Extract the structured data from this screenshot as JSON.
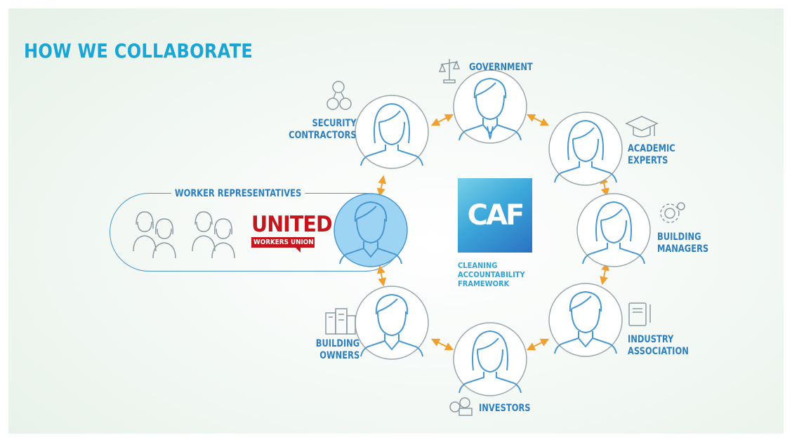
{
  "title": "HOW WE COLLABORATE",
  "stakeholders": {
    "government": "GOVERNMENT",
    "security_line1": "SECURITY",
    "security_line2": "CONTRACTORS",
    "academic_line1": "ACADEMIC",
    "academic_line2": "EXPERTS",
    "managers_line1": "BUILDING",
    "managers_line2": "MANAGERS",
    "industry_line1": "INDUSTRY",
    "industry_line2": "ASSOCIATION",
    "owners_line1": "BUILDING",
    "owners_line2": "OWNERS",
    "investors": "INVESTORS"
  },
  "worker_representatives": {
    "label": "WORKER REPRESENTATIVES",
    "logo_word": "UNITED",
    "logo_tagline": "WORKERS UNION"
  },
  "caf": {
    "logo_text": "CAF",
    "caption_line1": "CLEANING",
    "caption_line2": "ACCOUNTABILITY",
    "caption_line3": "FRAMEWORK"
  },
  "colors": {
    "title": "#19a6d6",
    "labels": "#2e7fbf",
    "icon_stroke": "#4a98d2",
    "arrows": "#f0a030",
    "highlight_fill": "#9dd3f3",
    "union_red": "#c4161c"
  }
}
